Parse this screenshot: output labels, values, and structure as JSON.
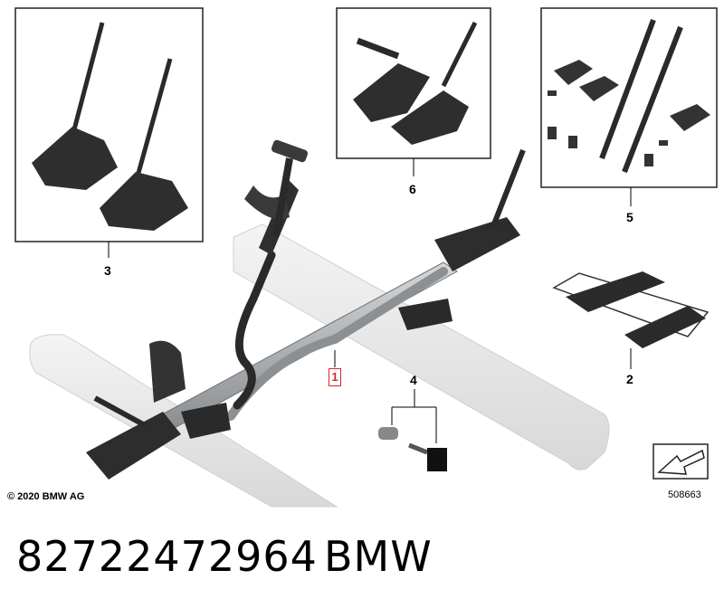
{
  "diagram": {
    "callouts": {
      "c1": "1",
      "c2": "2",
      "c3": "3",
      "c4": "4",
      "c5": "5",
      "c6": "6"
    },
    "copyright": "© 2020 BMW AG",
    "reference_number": "508663"
  },
  "footer": {
    "part_number": "82722472964",
    "brand": "BMW"
  },
  "colors": {
    "highlight": "#d32a2a",
    "part_dark": "#2a2a2a",
    "rail_light": "#e6e6e6",
    "frame_silver": "#b9bcbf"
  }
}
